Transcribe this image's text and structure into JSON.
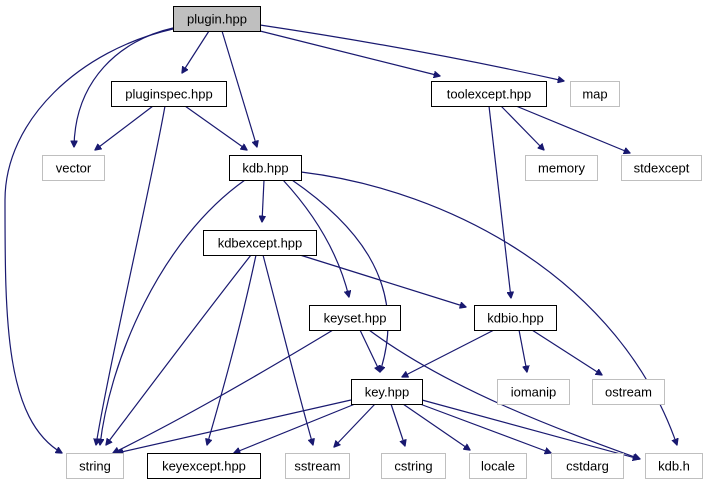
{
  "diagram": {
    "type": "include-dependency-graph",
    "colors": {
      "edge": "#191970",
      "root_fill": "#bfbfbf",
      "internal_border": "#000000",
      "external_border": "#bfbfbf",
      "external_text": "#000000"
    },
    "nodes": [
      {
        "id": "plugin",
        "label": "plugin.hpp",
        "kind": "root"
      },
      {
        "id": "pluginspec",
        "label": "pluginspec.hpp",
        "kind": "internal"
      },
      {
        "id": "toolexcept",
        "label": "toolexcept.hpp",
        "kind": "internal"
      },
      {
        "id": "map",
        "label": "map",
        "kind": "external"
      },
      {
        "id": "vector",
        "label": "vector",
        "kind": "external"
      },
      {
        "id": "kdb",
        "label": "kdb.hpp",
        "kind": "internal"
      },
      {
        "id": "memory",
        "label": "memory",
        "kind": "external"
      },
      {
        "id": "stdexcept",
        "label": "stdexcept",
        "kind": "external"
      },
      {
        "id": "kdbexcept",
        "label": "kdbexcept.hpp",
        "kind": "internal"
      },
      {
        "id": "keyset",
        "label": "keyset.hpp",
        "kind": "internal"
      },
      {
        "id": "kdbio",
        "label": "kdbio.hpp",
        "kind": "internal"
      },
      {
        "id": "key",
        "label": "key.hpp",
        "kind": "internal"
      },
      {
        "id": "iomanip",
        "label": "iomanip",
        "kind": "external"
      },
      {
        "id": "ostream",
        "label": "ostream",
        "kind": "external"
      },
      {
        "id": "string",
        "label": "string",
        "kind": "external"
      },
      {
        "id": "keyexcept",
        "label": "keyexcept.hpp",
        "kind": "internal"
      },
      {
        "id": "sstream",
        "label": "sstream",
        "kind": "external"
      },
      {
        "id": "cstring",
        "label": "cstring",
        "kind": "external"
      },
      {
        "id": "locale",
        "label": "locale",
        "kind": "external"
      },
      {
        "id": "cstdarg",
        "label": "cstdarg",
        "kind": "external"
      },
      {
        "id": "kdbh",
        "label": "kdb.h",
        "kind": "external"
      }
    ],
    "edges": [
      {
        "from": "plugin",
        "to": "pluginspec"
      },
      {
        "from": "plugin",
        "to": "vector"
      },
      {
        "from": "plugin",
        "to": "kdb"
      },
      {
        "from": "plugin",
        "to": "toolexcept"
      },
      {
        "from": "plugin",
        "to": "map"
      },
      {
        "from": "plugin",
        "to": "string"
      },
      {
        "from": "pluginspec",
        "to": "vector"
      },
      {
        "from": "pluginspec",
        "to": "kdb"
      },
      {
        "from": "pluginspec",
        "to": "string"
      },
      {
        "from": "toolexcept",
        "to": "memory"
      },
      {
        "from": "toolexcept",
        "to": "stdexcept"
      },
      {
        "from": "toolexcept",
        "to": "kdbio"
      },
      {
        "from": "kdb",
        "to": "kdbexcept"
      },
      {
        "from": "kdb",
        "to": "string"
      },
      {
        "from": "kdb",
        "to": "keyset"
      },
      {
        "from": "kdb",
        "to": "key"
      },
      {
        "from": "kdb",
        "to": "kdbh"
      },
      {
        "from": "kdbexcept",
        "to": "kdbio"
      },
      {
        "from": "kdbexcept",
        "to": "string"
      },
      {
        "from": "kdbexcept",
        "to": "keyexcept"
      },
      {
        "from": "kdbexcept",
        "to": "sstream"
      },
      {
        "from": "keyset",
        "to": "key"
      },
      {
        "from": "keyset",
        "to": "string"
      },
      {
        "from": "keyset",
        "to": "kdbh"
      },
      {
        "from": "kdbio",
        "to": "key"
      },
      {
        "from": "kdbio",
        "to": "iomanip"
      },
      {
        "from": "kdbio",
        "to": "ostream"
      },
      {
        "from": "key",
        "to": "string"
      },
      {
        "from": "key",
        "to": "keyexcept"
      },
      {
        "from": "key",
        "to": "sstream"
      },
      {
        "from": "key",
        "to": "cstring"
      },
      {
        "from": "key",
        "to": "locale"
      },
      {
        "from": "key",
        "to": "cstdarg"
      },
      {
        "from": "key",
        "to": "kdbh"
      }
    ]
  }
}
